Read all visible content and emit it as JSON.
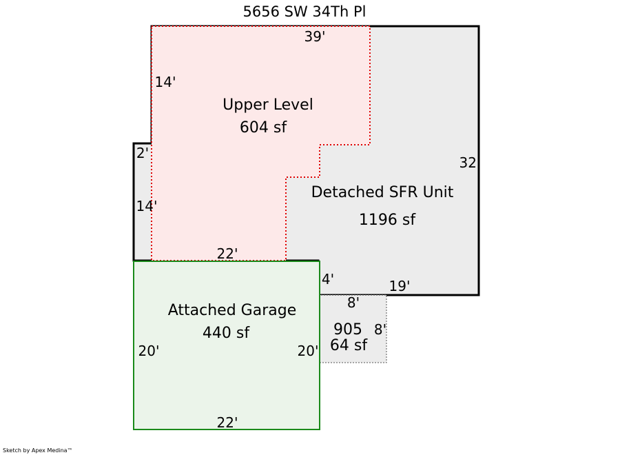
{
  "address": "5656 SW 34Th Pl",
  "colors": {
    "sfr_fill": "#ececec",
    "upper_fill": "#fde9e9",
    "upper_border": "#e00000",
    "garage_fill": "#ebf4ea",
    "garage_border": "#1a8a1a",
    "outline": "#000000"
  },
  "areas": {
    "sfr": {
      "name": "Detached SFR Unit",
      "size": "1196 sf"
    },
    "upper": {
      "name": "Upper Level",
      "size": "604 sf"
    },
    "garage": {
      "name": "Attached Garage",
      "size": "440 sf"
    },
    "extra": {
      "name": "905",
      "size": "64 sf"
    }
  },
  "dimensions": {
    "top": "39'",
    "right": "32'",
    "bottom_right": "19'",
    "step_4": "4'",
    "left_upper": "14'",
    "left_step": "2'",
    "left_lower": "14'",
    "mid": "22'",
    "garage_left": "20'",
    "garage_right": "20'",
    "garage_bottom": "22'",
    "extra_top": "8'",
    "extra_right": "8'"
  },
  "credit": "Sketch by Apex Medina™"
}
